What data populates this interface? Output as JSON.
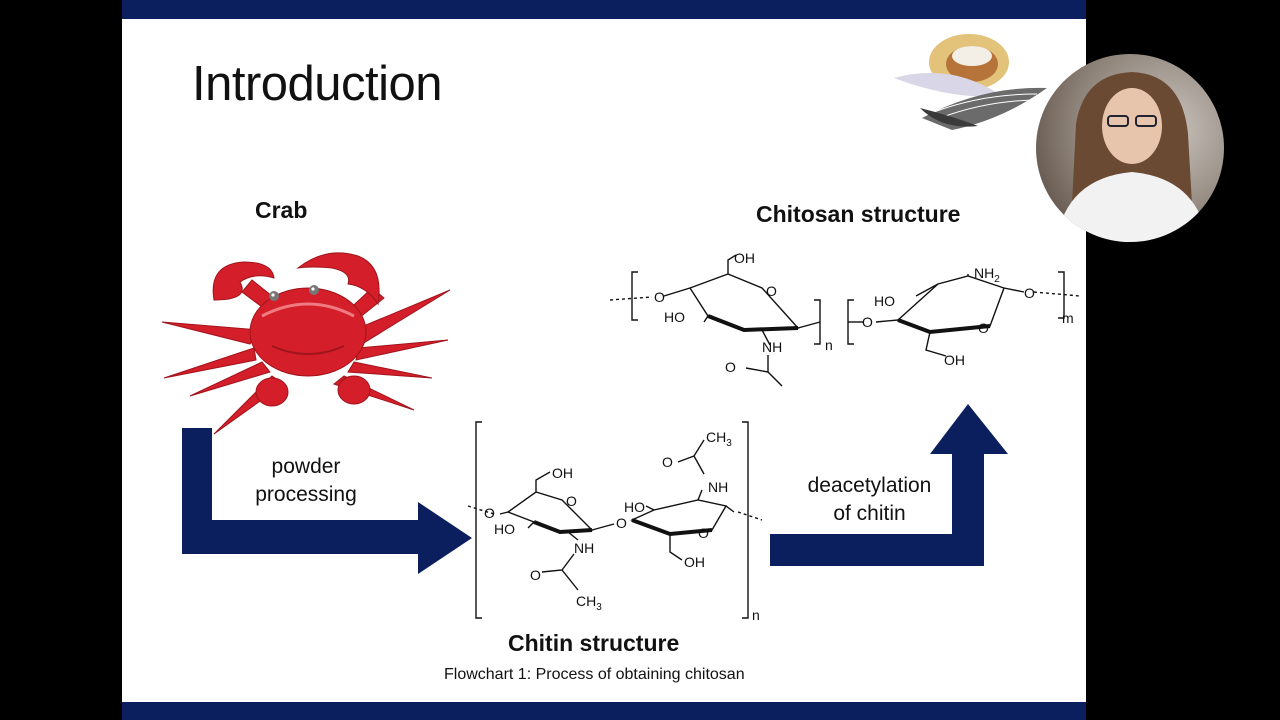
{
  "slide": {
    "title": "Introduction",
    "labels": {
      "crab": "Crab",
      "chitosan_structure": "Chitosan structure",
      "chitin_structure": "Chitin structure",
      "powder_line1": "powder",
      "powder_line2": "processing",
      "deacet_line1": "deacetylation",
      "deacet_line2": "of chitin",
      "caption": "Flowchart 1: Process of obtaining chitosan"
    },
    "chitosan_formula": {
      "oh_top": "OH",
      "ho_left": "HO",
      "o_ring1": "O",
      "o_link_left": "O",
      "nh": "NH",
      "o_carbonyl": "O",
      "n_sub": "n",
      "nh2": "NH",
      "nh2_sub": "2",
      "ho_right": "HO",
      "o_link_mid": "O",
      "o_ring2": "O",
      "o_link_right": "O",
      "oh_bottom": "OH",
      "m_sub": "m"
    },
    "chitin_formula": {
      "oh_top": "OH",
      "o_ring1": "O",
      "ho_left": "HO",
      "nh_left": "NH",
      "o_carbonyl_left": "O",
      "ch3_left": "CH",
      "ch3_left_sub": "3",
      "o_glyco": "O",
      "ch3_right": "CH",
      "ch3_right_sub": "3",
      "o_carbonyl_right": "O",
      "nh_right": "NH",
      "ho_right": "HO",
      "o_ring2": "O",
      "oh_bottom": "OH",
      "o_left_end": "O",
      "n_sub": "n"
    },
    "colors": {
      "navy": "#0b1f5e",
      "crab_red": "#d41f2a"
    }
  },
  "icons": [
    "crab-illustration",
    "food-collage-icon",
    "webcam-thumbnail"
  ]
}
